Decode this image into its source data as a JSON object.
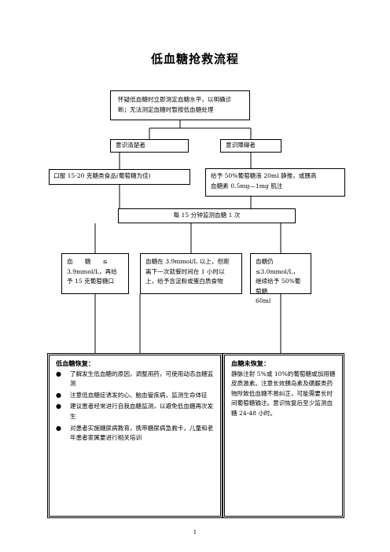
{
  "title": "低血糖抢救流程",
  "steps": {
    "suspect": "怀疑低血糖时立即测定血糖水平，以明确诊\n断；无法测定血糖时暂按低血糖处理",
    "conscious": "意识清楚者",
    "unconscious": "意识障碍者",
    "oral_sugar": "口服 15-20 克糖类食品(葡萄糖为佳)",
    "iv_glucose": "给予 50%葡萄糖液 20ml 静推，或胰高\n血糖素 0.5mg—1mg 肌注",
    "monitor": "每 15 分钟监测血糖 1 次",
    "low_repeat": "血　　糖　　≤\n3.9mmol/L，再给\n予 15 克葡萄糖口",
    "recovered_meal": "血糖在 3.9mmol/L 以上，但距\n离下一次就餐时间在 1 小时以\n上，给予含淀粉或蛋白质食物",
    "still_low": "血糖仍≤3.0mmol/L，\n继续给予 50%葡萄糖\n60ml"
  },
  "recovery": {
    "title": "低血糖恢复：",
    "bullet": "●",
    "items": [
      "了解发生低血糖的原因，调整用药，可使用动态血糖监测",
      "注意低血糖症诱发的心、脑血管疾病，监测生命体征",
      "建议患者经常进行自我血糖监测，以避免低血糖再次发生",
      "对患者实施糖尿病教育，携带糖尿病急救卡，儿童和老年患者家属要进行相关培训"
    ]
  },
  "not_recovered": {
    "title": "血糖未恢复：",
    "text": "静脉注射 5%或 10%的葡萄糖或加用糖皮质激素。注意长效胰岛素及磺脲类药物所致低血糖不易纠正，可能需要长时间葡萄糖输注。意识恢复后至少监测血糖 24-48 小时。"
  },
  "page_number": "1"
}
